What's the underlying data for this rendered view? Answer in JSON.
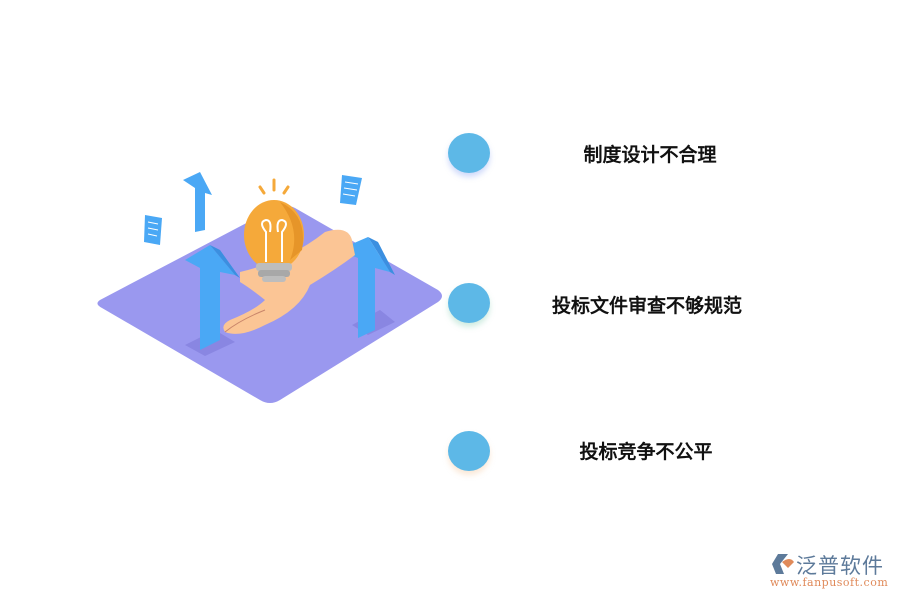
{
  "items": [
    {
      "label": "制度设计不合理"
    },
    {
      "label": "投标文件审查不够规范"
    },
    {
      "label": "投标竞争不公平"
    }
  ],
  "illustration": {
    "description": "isometric purple platform with hand holding light bulb and blue up arrows",
    "colors": {
      "platform": "#9a98ef",
      "arrow": "#4aa8f5",
      "bulb": "#f5a93a",
      "hand": "#fbc595",
      "dot": "#5db8e7"
    }
  },
  "logo": {
    "name": "泛普软件",
    "url": "www.fanpusoft.com"
  }
}
